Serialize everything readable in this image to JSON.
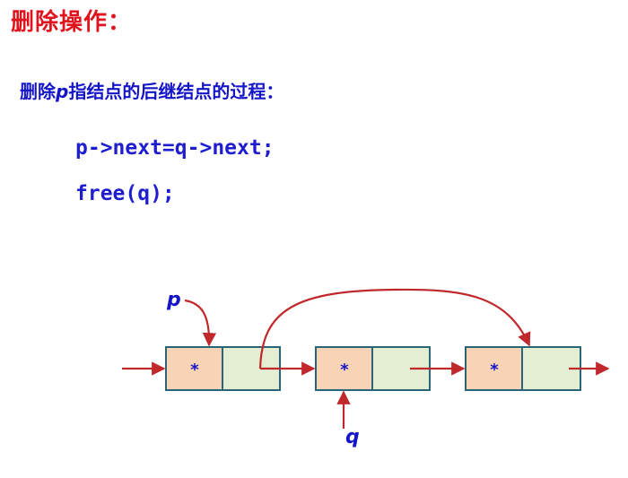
{
  "title": "删除操作：",
  "subtitle": {
    "prefix": "删除",
    "var": "p",
    "suffix": "指结点的后继结点的过程："
  },
  "code": [
    "p->next=q->next;",
    "free(q);"
  ],
  "diagram": {
    "nodes": [
      {
        "data": "*"
      },
      {
        "data": "*"
      },
      {
        "data": "*"
      }
    ],
    "pointers": {
      "p": "p",
      "q": "q"
    },
    "colors": {
      "data_cell": "#f8d3b6",
      "next_cell": "#e3eed3",
      "border": "#2a6478",
      "arrow": "#c0282c",
      "text": "#1414c8"
    }
  }
}
